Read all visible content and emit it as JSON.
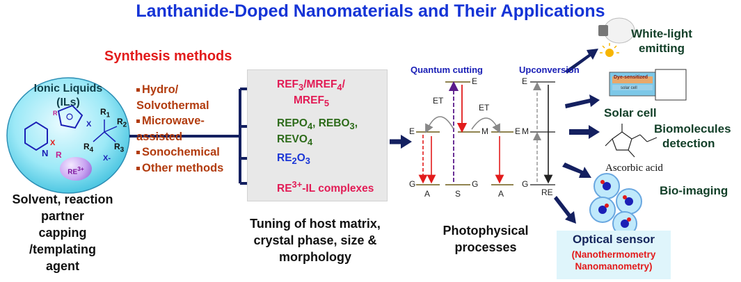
{
  "title": "Lanthanide-Doped  Nanomaterials and Their Applications",
  "synthesis": {
    "heading": "Synthesis methods",
    "methods": [
      "Hydro/",
      "Solvothermal",
      "Microwave-",
      "assisted",
      "Sonochemical",
      "Other methods"
    ]
  },
  "ionic_liquids": {
    "label_line1": "Ionic Liquids",
    "label_line2": "(ILs)",
    "re_label": "RE3+",
    "chem_labels": {
      "r1": "R1",
      "r2": "R2",
      "r3": "R3",
      "r4": "R4",
      "x1": "X",
      "x2": "X",
      "x3": "X-",
      "r": "R",
      "n": "N",
      "rb": "R"
    }
  },
  "solvent": {
    "line1": "Solvent, reaction",
    "line2": "partner",
    "line3": "capping /templating",
    "line4": "agent"
  },
  "hosts": {
    "h1a": "REF3/MREF4/",
    "h1b": "MREF5",
    "h2a": "REPO4, REBO3,",
    "h2b": "REVO4",
    "h3": "RE2O3",
    "h4": "RE3+-IL complexes"
  },
  "tuning": {
    "line1": "Tuning of host matrix,",
    "line2": "crystal phase, size &",
    "line3": "morphology"
  },
  "photophysics": {
    "quantum_cutting": "Quantum cutting",
    "upconversion": "Upconversion",
    "et1": "ET",
    "et2": "ET",
    "level_e": "E",
    "level_m": "M",
    "level_g": "G",
    "ion_a": "A",
    "ion_s": "S",
    "ion_re": "RE",
    "caption_line1": "Photophysical",
    "caption_line2": "processes"
  },
  "applications": {
    "white_light_1": "White-light",
    "white_light_2": "emitting",
    "solar_cell": "Solar cell",
    "dye_cell": "Dye-sensitized",
    "dye_cell2": "solar cell",
    "bio_1": "Biomolecules",
    "bio_2": "detection",
    "ascorbic": "Ascorbic acid",
    "bio_imaging": "Bio-imaging",
    "sensor": "Optical sensor",
    "sensor_sub1": "(Nanothermometry",
    "sensor_sub2": "Nanomanometry)"
  },
  "colors": {
    "title": "#1534d6",
    "synthesis": "#e21b1b",
    "methods": "#b23c0f",
    "arrow": "#142060"
  }
}
